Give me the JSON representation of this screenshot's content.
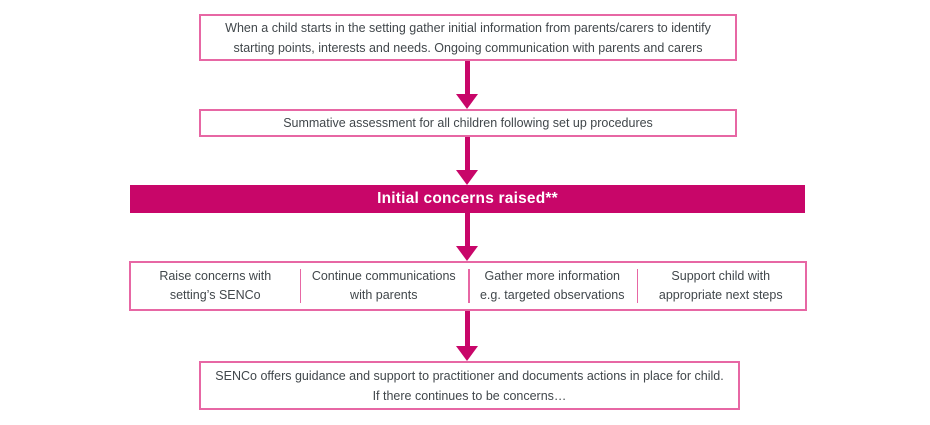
{
  "banner": {
    "label": "Initial concerns raised**"
  },
  "boxes": {
    "initial_info": {
      "line1": "When a child starts in the setting gather initial information from parents/carers to identify",
      "line2": "starting points, interests and needs. Ongoing communication with parents and carers"
    },
    "summative": {
      "line1": "Summative assessment for all children following set up procedures"
    },
    "senco": {
      "line1": "SENCo offers guidance and support to practitioner and documents actions in place for child.",
      "line2": "If there continues to be concerns…"
    }
  },
  "options": [
    {
      "line1": "Raise concerns with",
      "line2": "setting’s SENCo"
    },
    {
      "line1": "Continue communications",
      "line2": "with parents"
    },
    {
      "line1": "Gather more information",
      "line2": "e.g. targeted observations"
    },
    {
      "line1": "Support child with",
      "line2": "appropriate next steps"
    }
  ],
  "colors": {
    "accent": "#c80669",
    "border_pink": "#e767a4",
    "text": "#41474b",
    "background": "#ffffff"
  }
}
